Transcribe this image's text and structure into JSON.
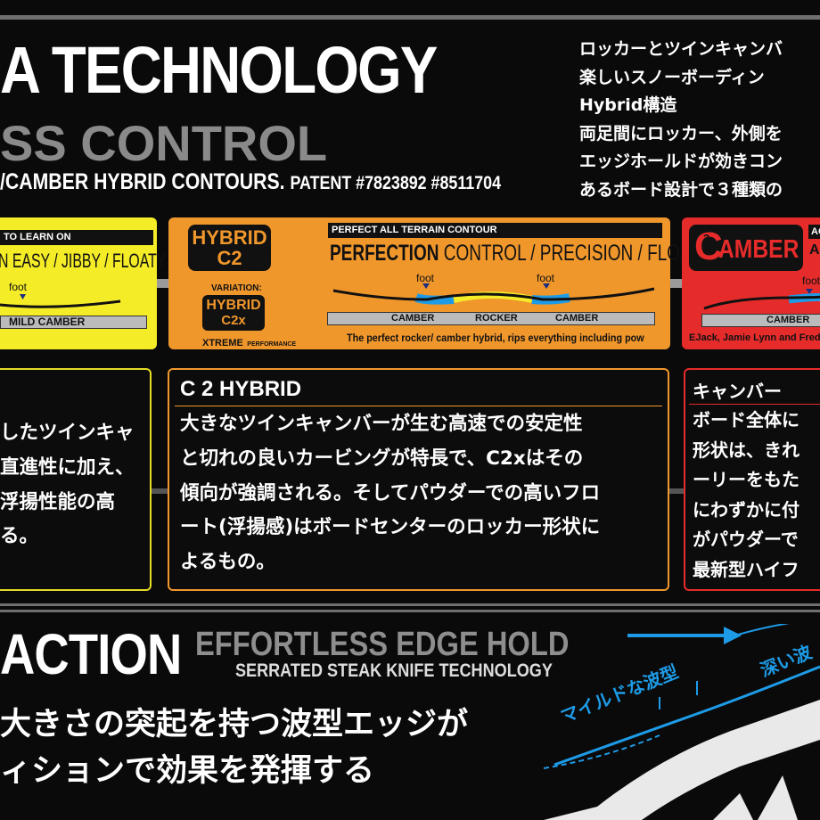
{
  "header": {
    "title": "A TECHNOLOGY",
    "subtitle": "SS CONTROL",
    "tagline": "/CAMBER HYBRID CONTOURS.",
    "patent": "PATENT #7823892 #8511704"
  },
  "intro_jp": [
    "ロッカーとツインキャンバ",
    "楽しいスノーボーディン",
    "Hybrid構造",
    "両足間にロッカー、外側を",
    "エッジホールドが効きコン",
    "あるボード設計で３種類の"
  ],
  "panels": {
    "left": {
      "banner": "TO LEARN ON",
      "traits": "N EASY / JIBBY / FLOATY",
      "foot": "foot",
      "profile_label": "MILD CAMBER"
    },
    "center": {
      "badge_line1": "HYBRID",
      "badge_line2": "C2",
      "variation_label": "VARIATION:",
      "variation_badge_line1": "HYBRID",
      "variation_badge_line2": "C2x",
      "xtreme": "XTREME",
      "performance": "PERFORMANCE",
      "banner": "PERFECT ALL TERRAIN CONTOUR",
      "traits_bold": "PERFECTION",
      "traits_rest": "CONTROL / PRECISION / FLOAT",
      "foot_left": "foot",
      "foot_right": "foot",
      "segments": [
        "CAMBER",
        "ROCKER",
        "CAMBER"
      ],
      "caption": "The perfect rocker/ camber hybrid, rips everything including pow"
    },
    "right": {
      "badge_c": "C",
      "badge_sup": "3",
      "badge_rest": "AMBER",
      "banner_frag1": "AC",
      "banner_frag2": "AC",
      "foot": "foot",
      "profile_label": "CAMBER",
      "riders": "EJack, Jamie Lynn and Fredi P"
    }
  },
  "descriptions": {
    "left": {
      "lines": [
        "したツインキャ",
        "直進性に加え、",
        "浮揚性能の高",
        "る。"
      ]
    },
    "center": {
      "title": "C 2 HYBRID",
      "lines": [
        "大きなツインキャンバーが生む高速での安定性",
        "と切れの良いカービングが特長で、C2xはその",
        "傾向が強調される。そしてパウダーでの高いフロ",
        "ート(浮揚感)はボードセンターのロッカー形状に",
        "よるもの。"
      ]
    },
    "right": {
      "title": "キャンバー",
      "lines": [
        "ボード全体に",
        "形状は、きれ",
        "ーリーをもた",
        "にわずかに付",
        "がパウダーで",
        "最新型ハイフ"
      ]
    }
  },
  "bottom": {
    "section_title": "ACTION",
    "effortless": "EFFORTLESS EDGE HOLD",
    "serrated": "SERRATED STEAK KNIFE TECHNOLOGY",
    "jp_line1": "大きさの突起を持つ波型エッジが",
    "jp_line2": "ィションで効果を発揮する",
    "label_mild": "マイルドな波型",
    "label_deep": "深い波"
  },
  "colors": {
    "yellow": "#f5ec28",
    "orange": "#f0972c",
    "red": "#e62b2b",
    "blue": "#1e9be6"
  }
}
